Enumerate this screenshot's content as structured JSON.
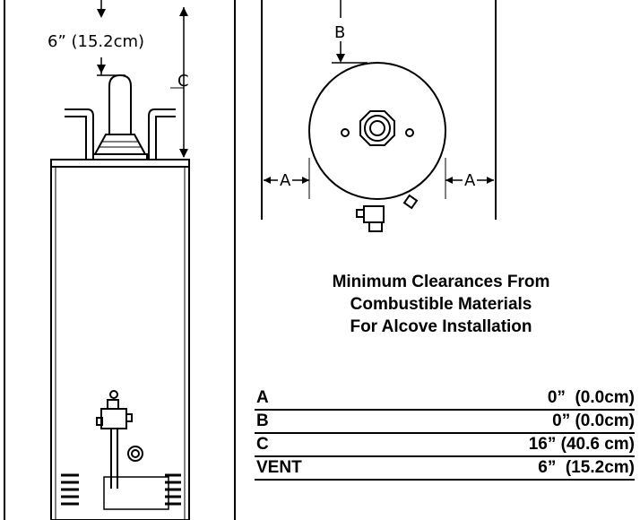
{
  "diagram": {
    "side_view": {
      "vent_label": "6” (15.2cm)",
      "c_label": "C"
    },
    "top_view": {
      "b_label": "B",
      "a_left_label": "A",
      "a_right_label": "A"
    }
  },
  "title": {
    "line1": "Minimum Clearances From",
    "line2": "Combustible Materials",
    "line3": "For Alcove Installation"
  },
  "clearances": [
    {
      "key": "A",
      "value": "0”  (0.0cm)"
    },
    {
      "key": "B",
      "value": "0” (0.0cm)"
    },
    {
      "key": "C",
      "value": "16” (40.6 cm)"
    },
    {
      "key": "VENT",
      "value": "6”  (15.2cm)"
    }
  ]
}
